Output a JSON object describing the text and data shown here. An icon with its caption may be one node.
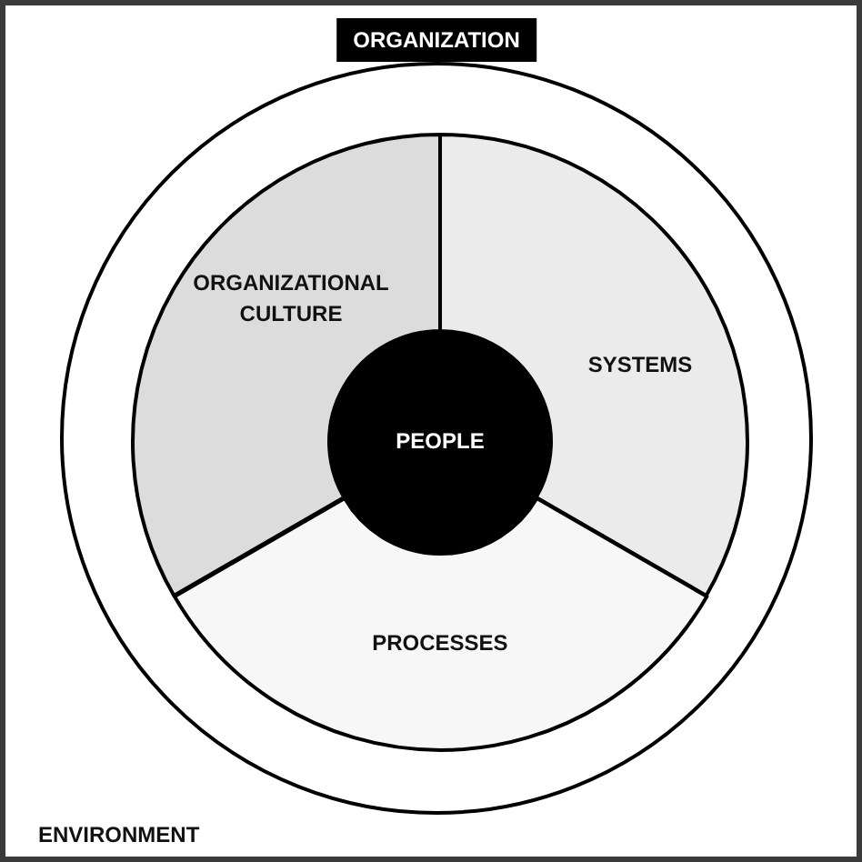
{
  "diagram": {
    "nodes": [
      {
        "text": [
          "ENVIRONMENT"
        ]
      },
      {
        "text": [
          "ORGANIZATION"
        ],
        "in": 0
      },
      {
        "text": [
          "ORGANIZATIONAL CULTURE"
        ],
        "in": 1
      },
      {
        "text": [
          "SYSTEMS"
        ],
        "in": 1
      },
      {
        "text": [
          "PROCESSES"
        ],
        "in": 1
      },
      {
        "text": [
          "PEOPLE"
        ],
        "in": 1
      }
    ],
    "edges": []
  }
}
